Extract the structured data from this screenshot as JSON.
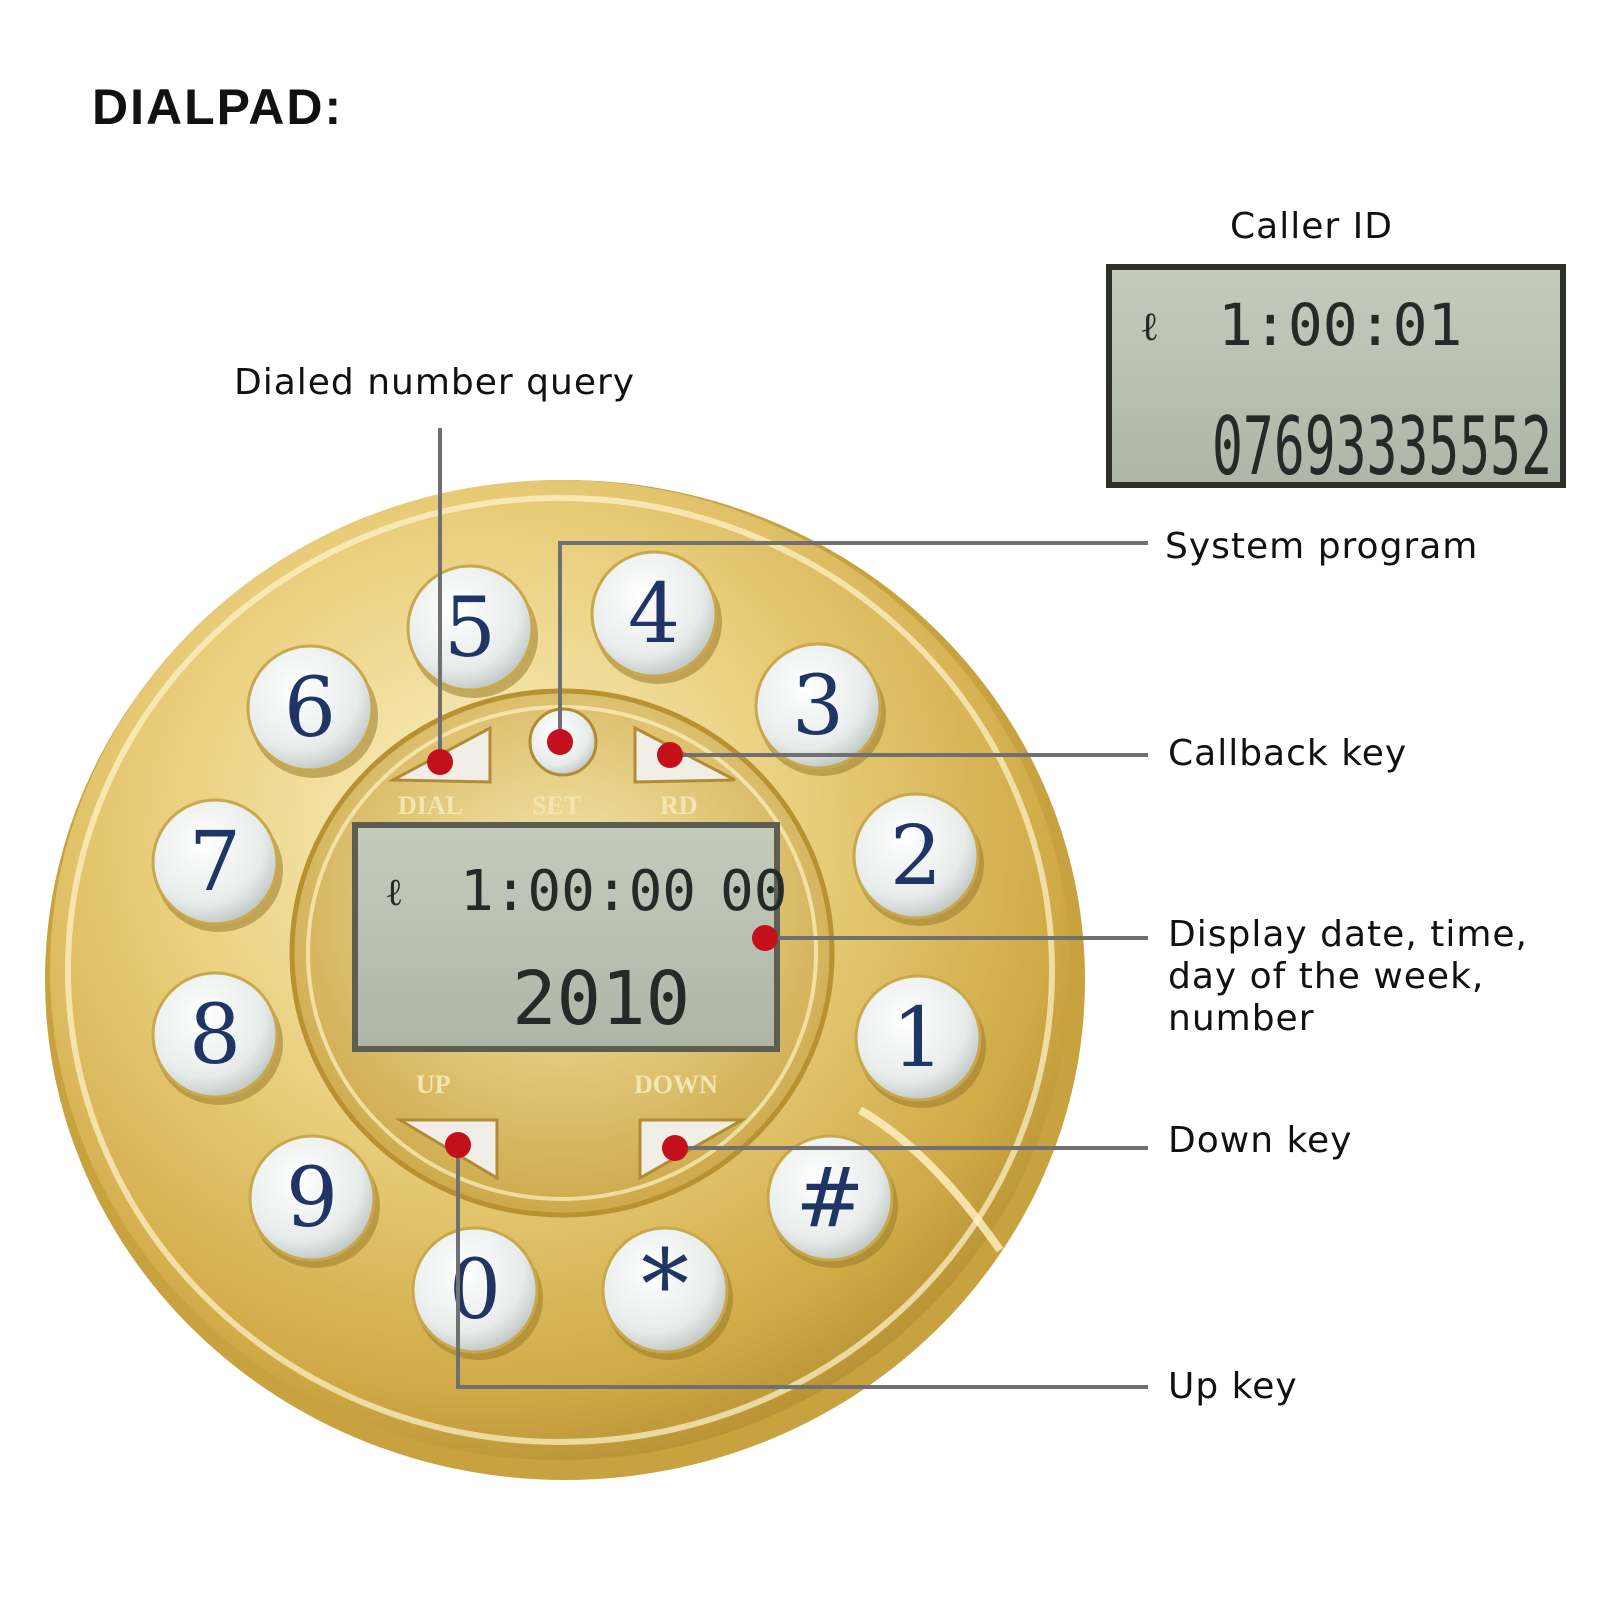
{
  "title": "DIALPAD:",
  "labels": {
    "caller_id": "Caller ID",
    "dialed_number_query": "Dialed number query",
    "system_program": "System program",
    "callback_key": "Callback key",
    "display": [
      "Display date, time,",
      "day of the week,",
      "number"
    ],
    "down_key": "Down key",
    "up_key": "Up key"
  },
  "caller_id_lcd": {
    "time": "1:00:01",
    "number": "07693335552"
  },
  "main_lcd": {
    "time": "1:00:00",
    "seconds": "00",
    "year": "2010"
  },
  "function_keys": {
    "dial": "DIAL",
    "set": "SET",
    "rd": "RD",
    "up": "UP",
    "down": "DOWN"
  },
  "keypad": [
    "5",
    "4",
    "3",
    "2",
    "1",
    "#",
    "*",
    "0",
    "9",
    "8",
    "7",
    "6"
  ],
  "colors": {
    "gold": "#d9b656",
    "gold_light": "#f6e8ae",
    "lcd_bg": "#b9c0b2",
    "key_face": "#eef2f0",
    "key_text": "#1f3566",
    "dot_red": "#c4101b",
    "leader_line": "#707070"
  }
}
